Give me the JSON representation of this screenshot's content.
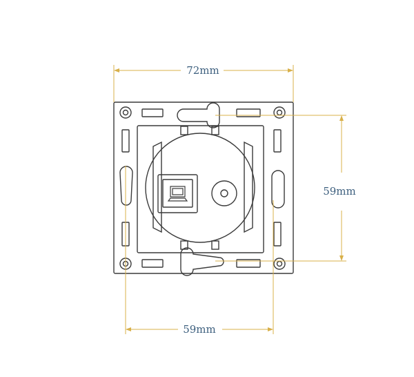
{
  "dimensions": {
    "overall_width": "72mm",
    "hole_spacing_vertical": "59mm",
    "hole_spacing_horizontal": "59mm"
  },
  "colors": {
    "outline": "#3a3a3a",
    "dimension_line": "#d8b04a",
    "dimension_text": "#3d5f7e",
    "background": "#ffffff"
  },
  "icons": {
    "data_port_symbol": "network-computer-icon",
    "coax_port": "tv-coax-icon"
  }
}
